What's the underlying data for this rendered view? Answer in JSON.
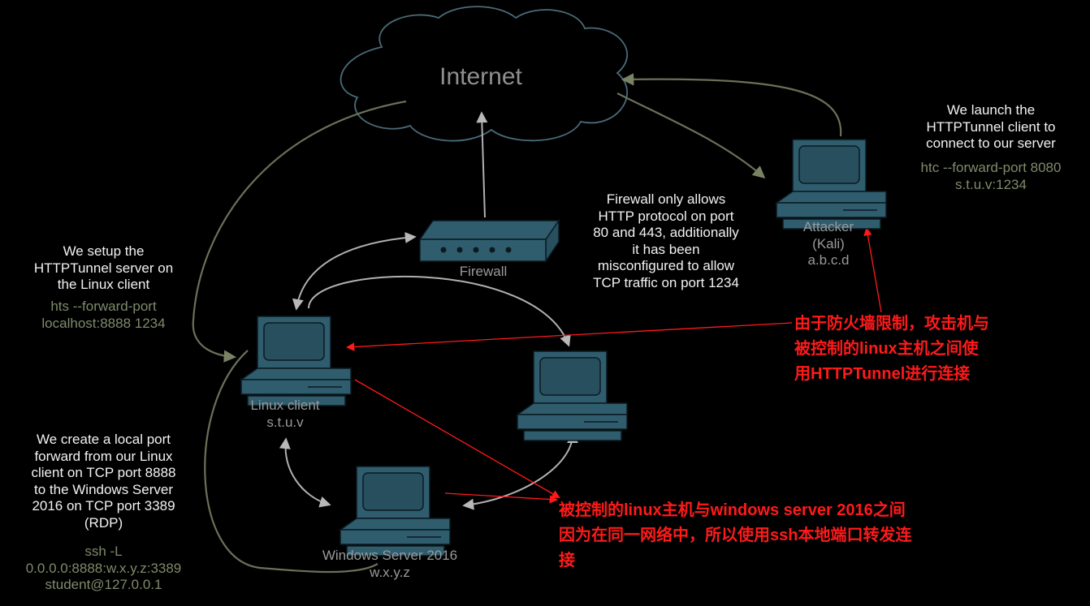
{
  "cloud_label": "Internet",
  "nodes": {
    "firewall": {
      "label": "Firewall"
    },
    "attacker": {
      "line1": "Attacker",
      "line2": "(Kali)",
      "line3": "a.b.c.d"
    },
    "linux": {
      "line1": "Linux client",
      "line2": "s.t.u.v"
    },
    "windows": {
      "line1": "Windows Server 2016",
      "line2": "w.x.y.z"
    }
  },
  "notes": {
    "attacker_note": [
      "We launch the",
      "HTTPTunnel client to",
      "connect to our server"
    ],
    "attacker_cmd": [
      "htc --forward-port 8080",
      "s.t.u.v:1234"
    ],
    "firewall_note": [
      "Firewall only allows",
      "HTTP protocol on port",
      "80 and 443, additionally",
      "it has been",
      "misconfigured to allow",
      "TCP traffic on port 1234"
    ],
    "linux_note": [
      "We setup the",
      "HTTPTunnel server on",
      "the Linux client"
    ],
    "linux_cmd": [
      "hts --forward-port",
      "localhost:8888 1234"
    ],
    "forward_note": [
      "We create a local port",
      "forward from our Linux",
      "client on TCP port 8888",
      "to the Windows Server",
      "2016 on TCP port 3389",
      "(RDP)"
    ],
    "forward_cmd": [
      "ssh -L",
      "0.0.0.0:8888:w.x.y.z:3389",
      "student@127.0.0.1"
    ]
  },
  "annotations": {
    "top": [
      "由于防火墙限制，攻击机与",
      "被控制的linux主机之间使",
      "用HTTPTunnel进行连接"
    ],
    "bottom": [
      "被控制的linux主机与windows server 2016之间",
      "因为在同一网络中，所以使用ssh本地端口转发连",
      "接"
    ]
  },
  "colors": {
    "background": "#000000",
    "device_fill": "#2f5d6e",
    "arrow_gray": "#b0b0b0",
    "arrow_olive": "#6a7159",
    "annotation_red": "#ff1a1a"
  }
}
